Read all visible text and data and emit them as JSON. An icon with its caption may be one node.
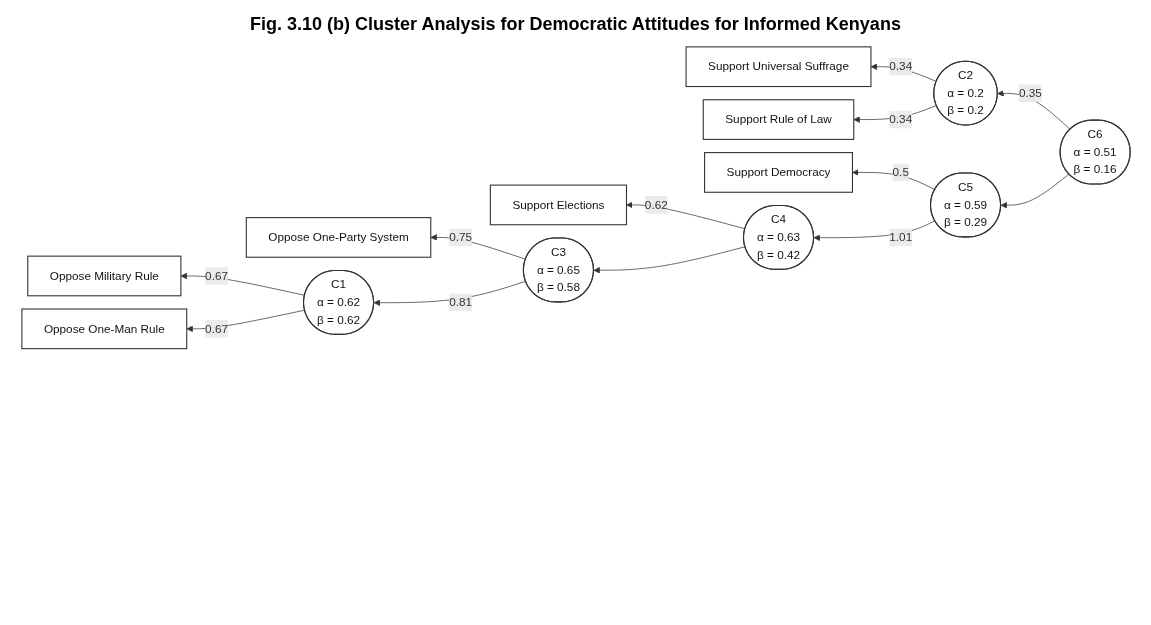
{
  "diagram": {
    "title": "Fig. 3.10 (b) Cluster Analysis for Democratic Attitudes for Informed Kenyans",
    "nodes": [
      {
        "text": [
          "Support Universal Suffrage"
        ]
      },
      {
        "text": [
          "Support Rule of Law"
        ]
      },
      {
        "text": [
          "Support Democracy"
        ]
      },
      {
        "text": [
          "Oppose Military Rule"
        ]
      },
      {
        "text": [
          "Oppose One-Man Rule"
        ]
      },
      {
        "text": [
          "Oppose One-Party System"
        ]
      },
      {
        "text": [
          "Support Elections"
        ]
      },
      {
        "text": [
          "C2",
          "α = 0.2",
          "β = 0.2"
        ]
      },
      {
        "text": [
          "C6",
          "α = 0.51",
          "β = 0.16"
        ]
      },
      {
        "text": [
          "C5",
          "α = 0.59",
          "β = 0.29"
        ]
      },
      {
        "text": [
          "C1",
          "α = 0.62",
          "β = 0.62"
        ]
      },
      {
        "text": [
          "C3",
          "α = 0.65",
          "β = 0.58"
        ]
      },
      {
        "text": [
          "C4",
          "α = 0.63",
          "β = 0.42"
        ]
      }
    ],
    "edges": [
      {
        "from": 7,
        "to": 0,
        "arrow": "to",
        "label": "0.34"
      },
      {
        "from": 7,
        "to": 1,
        "arrow": "to",
        "label": "0.34"
      },
      {
        "from": 8,
        "to": 7,
        "arrow": "to",
        "label": "0.35"
      },
      {
        "from": 8,
        "to": 9,
        "arrow": "to"
      },
      {
        "from": 9,
        "to": 2,
        "arrow": "to",
        "label": "0.5"
      },
      {
        "from": 10,
        "to": 3,
        "arrow": "to",
        "label": "0.67"
      },
      {
        "from": 10,
        "to": 4,
        "arrow": "to",
        "label": "0.67"
      },
      {
        "from": 11,
        "to": 10,
        "arrow": "to",
        "label": "0.81"
      },
      {
        "from": 9,
        "to": 12,
        "arrow": "to",
        "label": "1.01"
      },
      {
        "from": 11,
        "to": 5,
        "arrow": "to",
        "label": "0.75"
      },
      {
        "from": 12,
        "to": 11,
        "arrow": "to"
      },
      {
        "from": 12,
        "to": 6,
        "arrow": "to",
        "label": "0.62"
      }
    ]
  }
}
